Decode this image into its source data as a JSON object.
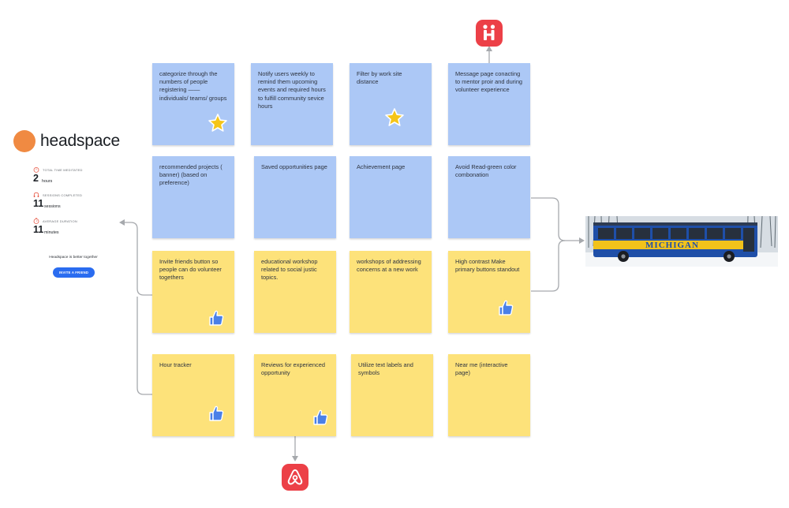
{
  "headspace": {
    "logo_text": "headspace",
    "stats": [
      {
        "label": "TOTAL TIME MEDITATED",
        "value": "2",
        "unit": "hours"
      },
      {
        "label": "SESSIONS COMPLETED",
        "value": "11",
        "unit": "sessions"
      },
      {
        "label": "AVERAGE DURATION",
        "value": "11",
        "unit": "minutes"
      }
    ],
    "tagline": "Headspace is better together",
    "invite_label": "INVITE A FRIEND"
  },
  "notes": [
    {
      "text": "categorize through the numbers of people registering —— individuals/ teams/ groups",
      "color": "#acc8f6",
      "sticker": "star"
    },
    {
      "text": "Notify users weekly to remind them upcoming events and required hours to fulfill community sevice hours",
      "color": "#acc8f6",
      "sticker": ""
    },
    {
      "text": "Filter by work site distance",
      "color": "#acc8f6",
      "sticker": "star"
    },
    {
      "text": "Message page conacting to mentor proir and during volunteer experience",
      "color": "#acc8f6",
      "sticker": ""
    },
    {
      "text": "recommended projects ( banner) (based on preference)",
      "color": "#acc8f6",
      "sticker": ""
    },
    {
      "text": "Saved opportunities page",
      "color": "#acc8f6",
      "sticker": ""
    },
    {
      "text": "Achievement page",
      "color": "#acc8f6",
      "sticker": ""
    },
    {
      "text": "Avoid Read-green color combonation",
      "color": "#acc8f6",
      "sticker": ""
    },
    {
      "text": "Invite friends button so people can do volunteer togethers",
      "color": "#fde27a",
      "sticker": "thumbs-up"
    },
    {
      "text": "educational workshop related to social justic topics.",
      "color": "#fde27a",
      "sticker": ""
    },
    {
      "text": "workshops of addressing concerns at a new work",
      "color": "#fde27a",
      "sticker": ""
    },
    {
      "text": "High contrast Make primary buttons standout",
      "color": "#fde27a",
      "sticker": "thumbs-up"
    },
    {
      "text": "Hour tracker",
      "color": "#fde27a",
      "sticker": "thumbs-up"
    },
    {
      "text": "Reviews for experienced opportunity",
      "color": "#fde27a",
      "sticker": "thumbs-up"
    },
    {
      "text": "Utilize text labels and symbols",
      "color": "#fde27a",
      "sticker": ""
    },
    {
      "text": "Near me (interactive page)",
      "color": "#fde27a",
      "sticker": ""
    }
  ],
  "icons": {
    "handshake_app": "handshake-app-icon",
    "airbnb_app": "airbnb-app-icon"
  },
  "bus": {
    "sign_text": "MICHIGAN",
    "colors": {
      "body": "#1f4fa8",
      "stripe": "#f2c21b",
      "snow": "#f4f6f8"
    }
  }
}
